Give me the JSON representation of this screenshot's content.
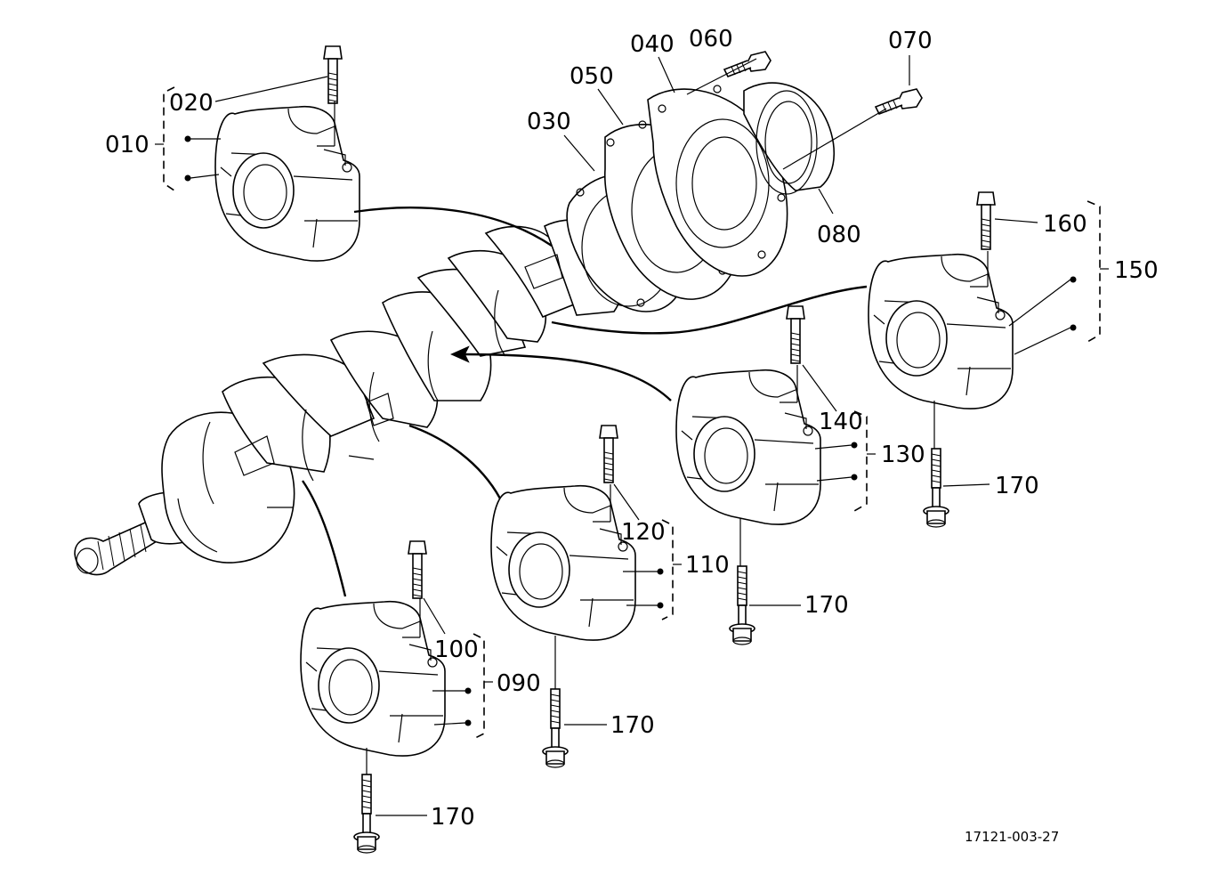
{
  "drawing_ref": "17121-003-27",
  "callouts": [
    {
      "id": "c010",
      "text": "010"
    },
    {
      "id": "c020",
      "text": "020"
    },
    {
      "id": "c030",
      "text": "030"
    },
    {
      "id": "c040",
      "text": "040"
    },
    {
      "id": "c050",
      "text": "050"
    },
    {
      "id": "c060",
      "text": "060"
    },
    {
      "id": "c070",
      "text": "070"
    },
    {
      "id": "c080",
      "text": "080"
    },
    {
      "id": "c090",
      "text": "090"
    },
    {
      "id": "c100",
      "text": "100"
    },
    {
      "id": "c110",
      "text": "110"
    },
    {
      "id": "c120",
      "text": "120"
    },
    {
      "id": "c130",
      "text": "130"
    },
    {
      "id": "c140",
      "text": "140"
    },
    {
      "id": "c150",
      "text": "150"
    },
    {
      "id": "c160",
      "text": "160"
    },
    {
      "id": "c170a",
      "text": "170"
    },
    {
      "id": "c170b",
      "text": "170"
    },
    {
      "id": "c170c",
      "text": "170"
    },
    {
      "id": "c170d",
      "text": "170"
    }
  ]
}
